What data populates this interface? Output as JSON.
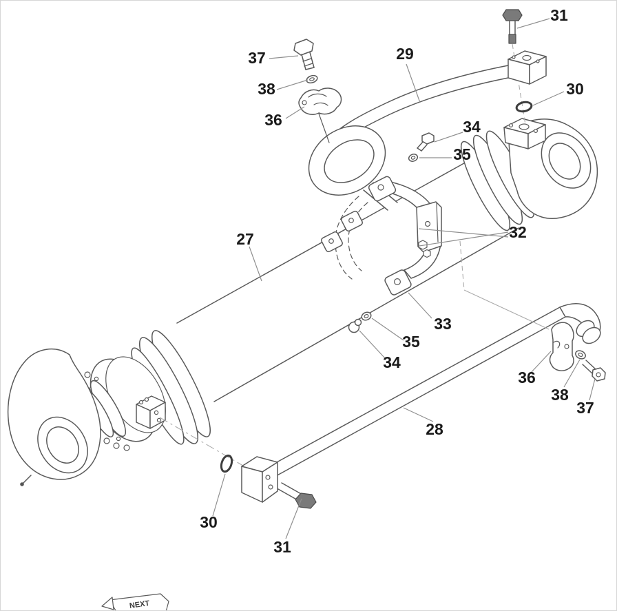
{
  "figure": {
    "type": "exploded-parts-diagram",
    "subject": "hydraulic cylinder with hose piping and clamps",
    "background_color": "#ffffff",
    "line_color": "#5a5a5a",
    "leader_color": "#8f8f8f",
    "label_color": "#1a1a1a"
  },
  "callouts": [
    {
      "id": "cylinder-assembly",
      "label": "27"
    },
    {
      "id": "pipe-lower",
      "label": "28"
    },
    {
      "id": "pipe-upper",
      "label": "29"
    },
    {
      "id": "oring-top",
      "label": "30"
    },
    {
      "id": "oring-bottom",
      "label": "30"
    },
    {
      "id": "bolt-top",
      "label": "31"
    },
    {
      "id": "bolt-bottom",
      "label": "31"
    },
    {
      "id": "clamp-band",
      "label": "32"
    },
    {
      "id": "clamp-plate",
      "label": "33"
    },
    {
      "id": "bolt-upper-small",
      "label": "34"
    },
    {
      "id": "bolt-lower-small",
      "label": "34"
    },
    {
      "id": "washer-upper",
      "label": "35"
    },
    {
      "id": "washer-lower",
      "label": "35"
    },
    {
      "id": "pipe-clamp-left",
      "label": "36"
    },
    {
      "id": "pipe-clamp-right",
      "label": "36"
    },
    {
      "id": "clamp-bolt-left",
      "label": "37"
    },
    {
      "id": "clamp-bolt-right",
      "label": "37"
    },
    {
      "id": "clamp-washer-left",
      "label": "38"
    },
    {
      "id": "clamp-washer-right",
      "label": "38"
    }
  ],
  "tag": {
    "text": "NEXT"
  }
}
